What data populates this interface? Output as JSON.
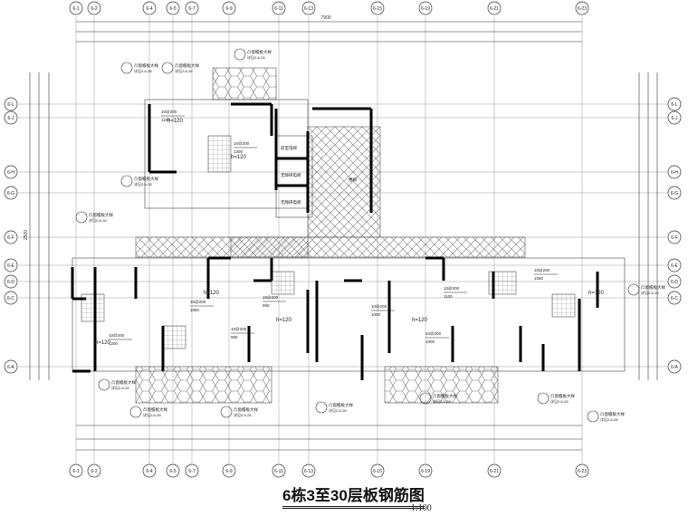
{
  "drawing": {
    "title": "6栋3至30层板钢筋图",
    "scale": "1:100",
    "top_axes": [
      "6-1",
      "6-2",
      "6-4",
      "6-5",
      "6-7",
      "6-9",
      "6-11",
      "6-13",
      "6-15",
      "6-19",
      "6-21",
      "6-23"
    ],
    "side_axes": [
      "6-L",
      "6-J",
      "6-H",
      "6-G",
      "6-F",
      "6-E",
      "6-D",
      "6-C",
      "6-A"
    ],
    "overall_width": "7900",
    "overall_height": "2500",
    "slab_thickness_label": "h=120",
    "rebar_label": "10@200",
    "rebar_lengths": [
      "1100",
      "1200",
      "1050",
      "950",
      "1000"
    ],
    "detail_callout": "凸窗檐板大样",
    "detail_ref": "详见2-6-28",
    "room_labels": [
      "前室电梯",
      "无障碍电梯",
      "无障碍电梯",
      "楼梯"
    ],
    "colors": {
      "line": "#222222",
      "wall": "#000000",
      "hatch": "#666666"
    }
  }
}
